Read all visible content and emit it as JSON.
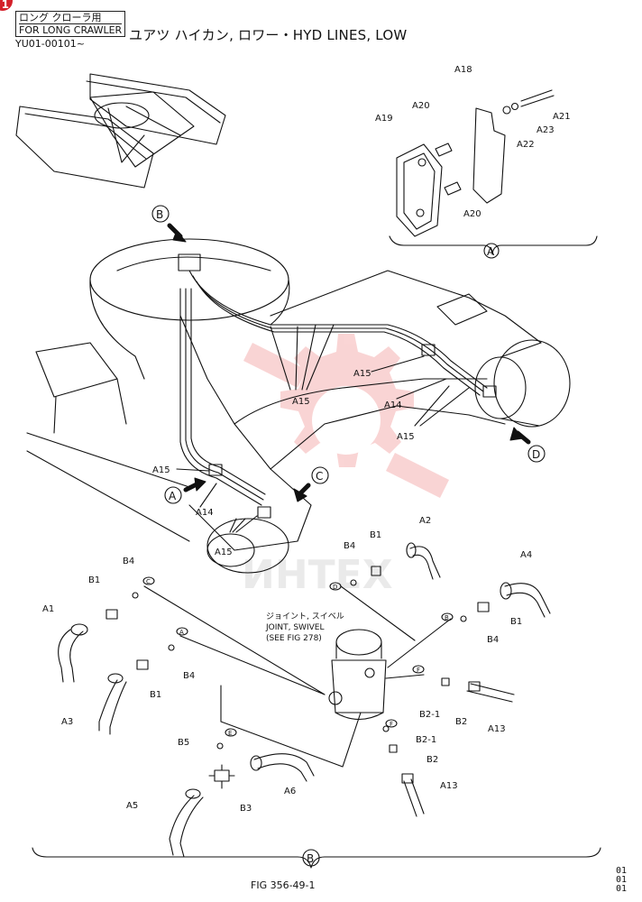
{
  "header": {
    "corner_mark": "1",
    "jp_long_crawler": "ロング クローラ用",
    "en_long_crawler": "FOR LONG CRAWLER",
    "serial_range": "YU01-00101~",
    "title": "ユアツ ハイカン, ロワー・HYD LINES, LOW"
  },
  "views": {
    "A": "A",
    "B": "B",
    "C": "C",
    "D": "D"
  },
  "part_labels": {
    "A14": "A14",
    "A15": "A15",
    "A18": "A18",
    "A19": "A19",
    "A20": "A20",
    "A21": "A21",
    "A22": "A22",
    "A23": "A23",
    "A1": "A1",
    "A2": "A2",
    "A3": "A3",
    "A4": "A4",
    "A5": "A5",
    "A6": "A6",
    "A13": "A13",
    "B1": "B1",
    "B2": "B2",
    "B2-1": "B2-1",
    "B3": "B3",
    "B4": "B4",
    "B5": "B5"
  },
  "swivel_note": {
    "jp": "ジョイント, スイベル",
    "en": "JOINT, SWIVEL",
    "ref": "(SEE FIG 278)"
  },
  "port_letters": [
    "A",
    "B",
    "C",
    "D",
    "E",
    "F"
  ],
  "watermark_text": "ИНТЕХ",
  "colors": {
    "line": "#111111",
    "watermark": "#e8423f"
  },
  "footer": {
    "figure": "FIG 356-49-1",
    "codes": [
      "01",
      "01",
      "01"
    ]
  }
}
